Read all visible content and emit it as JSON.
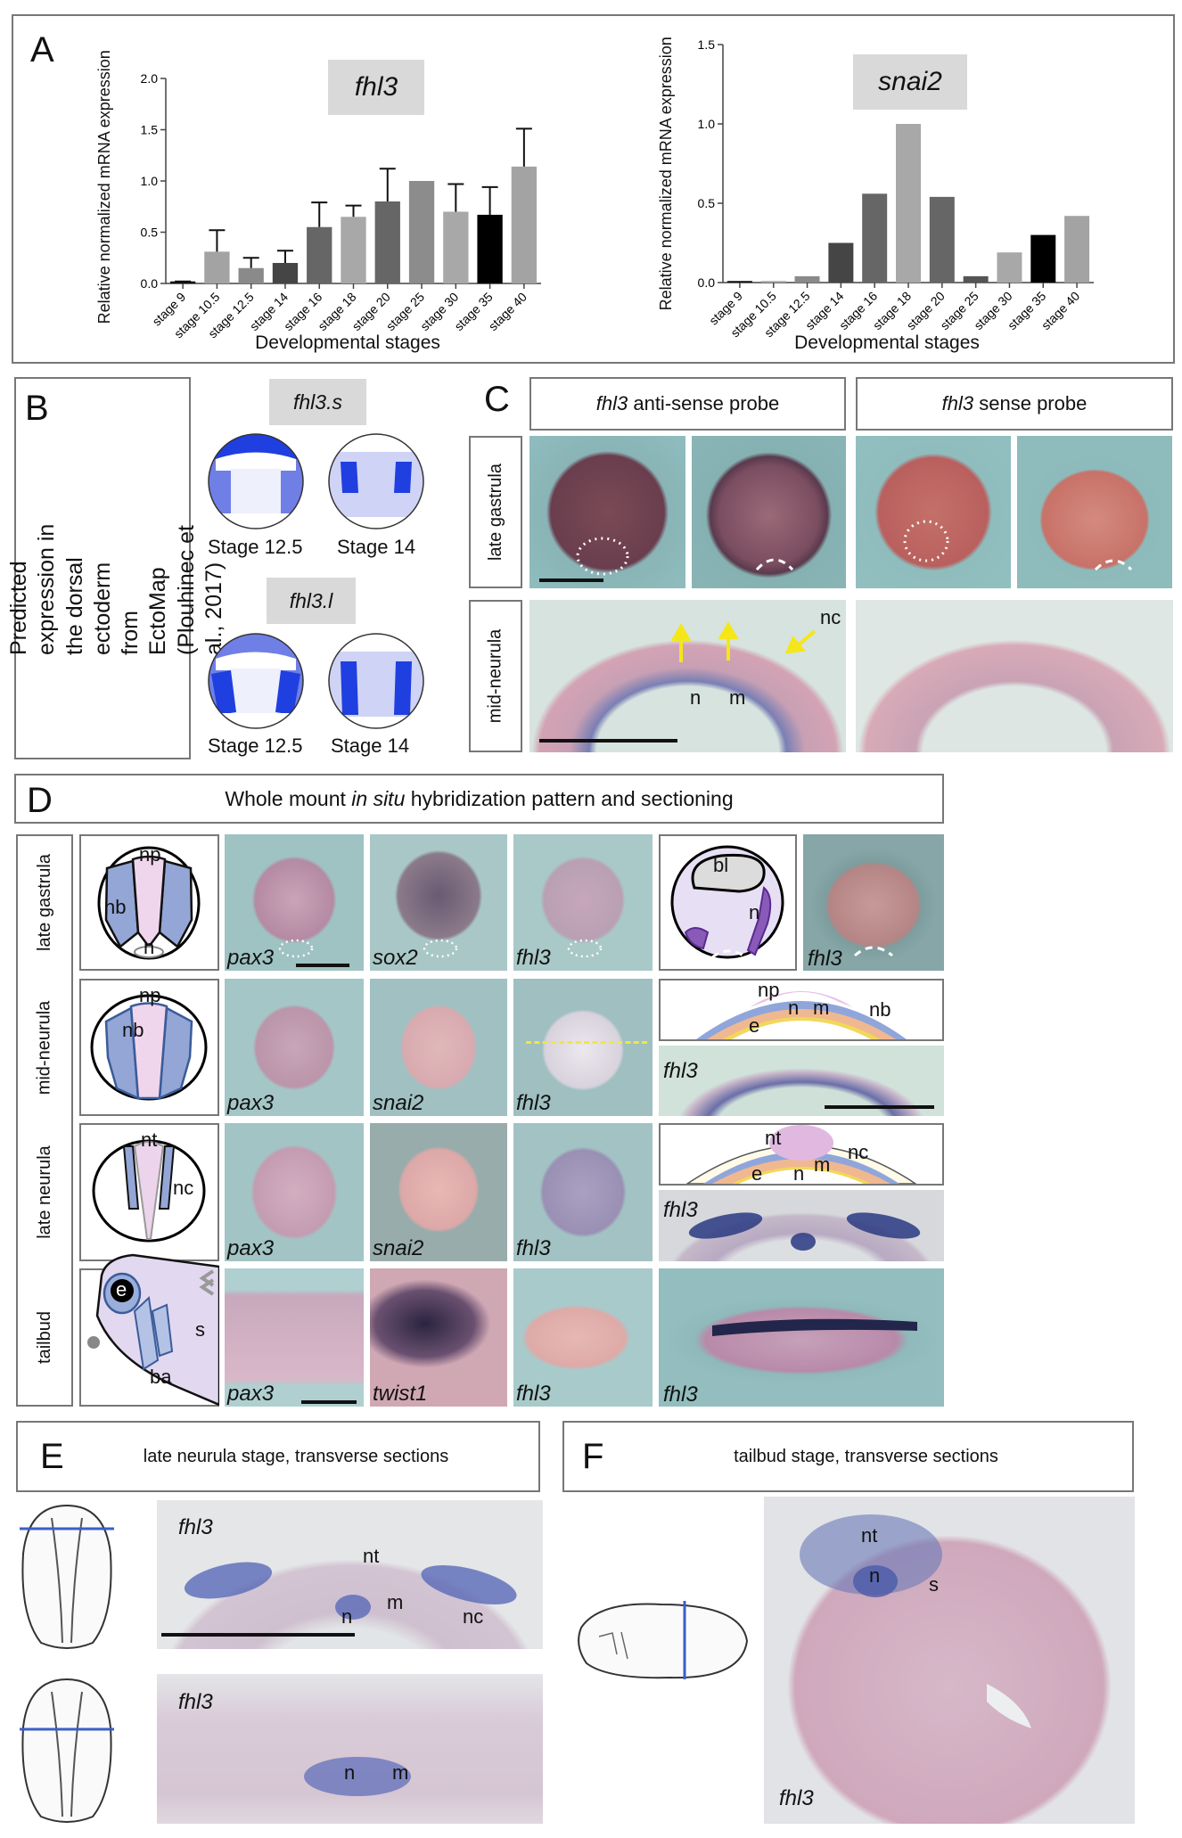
{
  "panel_a": {
    "label": "A",
    "charts": [
      {
        "title": "fhl3",
        "ylabel": "Relative normalized mRNA expression",
        "xlabel": "Developmental stages"
      },
      {
        "title": "snai2",
        "ylabel": "Relative normalized mRNA expression",
        "xlabel": "Developmental stages"
      }
    ]
  },
  "chart_data": [
    {
      "type": "bar",
      "title": "fhl3",
      "xlabel": "Developmental stages",
      "ylabel": "Relative normalized mRNA expression",
      "categories": [
        "stage 9",
        "stage 10.5",
        "stage 12.5",
        "stage 14",
        "stage 16",
        "stage 18",
        "stage 20",
        "stage 25",
        "stage 30",
        "stage 35",
        "stage 40"
      ],
      "values": [
        0.02,
        0.31,
        0.15,
        0.2,
        0.55,
        0.65,
        0.8,
        1.0,
        0.7,
        0.67,
        1.14
      ],
      "error_upper": [
        0.02,
        0.52,
        0.25,
        0.32,
        0.79,
        0.76,
        1.12,
        null,
        0.97,
        0.94,
        1.51
      ],
      "bar_colors": [
        "#111111",
        "#a3a3a3",
        "#8a8a8a",
        "#454545",
        "#666666",
        "#a8a8a8",
        "#666666",
        "#8c8c8c",
        "#a8a8a8",
        "#000000",
        "#a3a3a3"
      ],
      "ylim": [
        0,
        2.0
      ],
      "yticks": [
        "0.0",
        "0.5",
        "1.0",
        "1.5",
        "2.0"
      ],
      "grid": false
    },
    {
      "type": "bar",
      "title": "snai2",
      "xlabel": "Developmental stages",
      "ylabel": "Relative normalized mRNA expression",
      "categories": [
        "stage 9",
        "stage 10.5",
        "stage 12.5",
        "stage 14",
        "stage 16",
        "stage 18",
        "stage 20",
        "stage 25",
        "stage 30",
        "stage 35",
        "stage 40"
      ],
      "values": [
        0.01,
        0.01,
        0.04,
        0.25,
        0.56,
        1.0,
        0.54,
        0.04,
        0.19,
        0.3,
        0.42
      ],
      "bar_colors": [
        "#111111",
        "#a8a8a8",
        "#8a8a8a",
        "#454545",
        "#666666",
        "#a8a8a8",
        "#666666",
        "#555555",
        "#a8a8a8",
        "#000000",
        "#a3a3a3"
      ],
      "ylim": [
        0,
        1.5
      ],
      "yticks": [
        "0.0",
        "0.5",
        "1.0",
        "1.5"
      ],
      "grid": false
    }
  ],
  "panel_b": {
    "label": "B",
    "description_text": "Predicted expression in the dorsal ectoderm from EctoMap (Plouhinec et al., 2017)",
    "genes": [
      {
        "name": "fhl3.s",
        "stages": [
          "Stage 12.5",
          "Stage 14"
        ]
      },
      {
        "name": "fhl3.l",
        "stages": [
          "Stage 12.5",
          "Stage 14"
        ]
      }
    ],
    "colors": {
      "strong": "#1f3fe0",
      "medium": "#6f7fe6",
      "light": "#cfd3f5"
    }
  },
  "panel_c": {
    "label": "C",
    "columns": [
      {
        "gene": "fhl3",
        "rest": " anti-sense probe"
      },
      {
        "gene": "fhl3",
        "rest": " sense probe"
      }
    ],
    "rows": [
      "late gastrula",
      "mid-neurula"
    ],
    "annotations": {
      "nc": "nc",
      "n": "n",
      "m": "m"
    },
    "arrow_color": "#f5e61a"
  },
  "panel_d": {
    "label": "D",
    "title_pre": "Whole mount ",
    "title_em": "in situ",
    "title_post": " hybridization pattern and sectioning",
    "rows": [
      {
        "name": "late gastrula",
        "schematic": [
          "np",
          "nb",
          "n"
        ],
        "genes": [
          "pax3",
          "sox2",
          "fhl3"
        ],
        "extra": {
          "schematic": [
            "bl",
            "n"
          ],
          "gene": "fhl3"
        }
      },
      {
        "name": "mid-neurula",
        "schematic": [
          "np",
          "nb"
        ],
        "genes": [
          "pax3",
          "snai2",
          "fhl3"
        ],
        "section": {
          "labels": [
            "np",
            "n",
            "m",
            "nb",
            "e"
          ],
          "gene": "fhl3"
        }
      },
      {
        "name": "late neurula",
        "schematic": [
          "nt",
          "nc"
        ],
        "genes": [
          "pax3",
          "snai2",
          "fhl3"
        ],
        "section": {
          "labels": [
            "nt",
            "nc",
            "m",
            "n",
            "e"
          ],
          "gene": "fhl3"
        }
      },
      {
        "name": "tailbud",
        "schematic": [
          "e",
          "s",
          "ba"
        ],
        "genes": [
          "pax3",
          "twist1",
          "fhl3",
          "fhl3"
        ]
      }
    ],
    "section_line_color": "#f2e640"
  },
  "panel_e": {
    "label": "E",
    "title": "late neurula stage, transverse sections",
    "sections": [
      {
        "gene": "fhl3",
        "labels": [
          "nt",
          "m",
          "n",
          "nc"
        ]
      },
      {
        "gene": "fhl3",
        "labels": [
          "n",
          "m"
        ]
      }
    ],
    "cut_line_color": "#3a5fc8"
  },
  "panel_f": {
    "label": "F",
    "title": "tailbud stage, transverse sections",
    "section": {
      "gene": "fhl3",
      "labels": [
        "nt",
        "n",
        "s"
      ]
    }
  }
}
